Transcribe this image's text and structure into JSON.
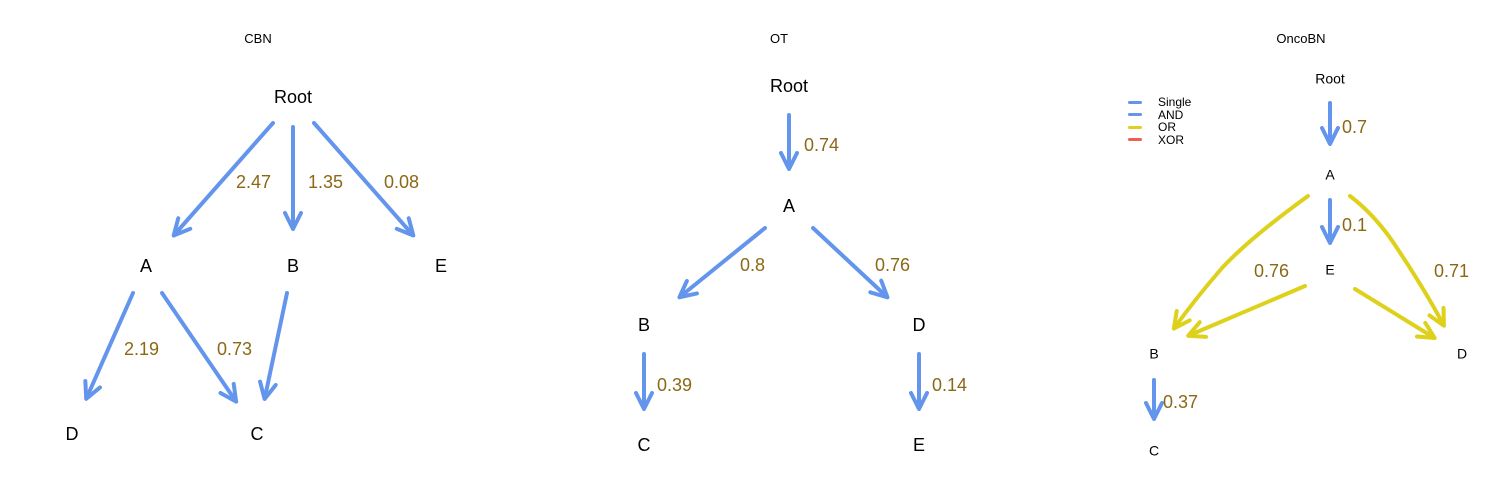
{
  "colors": {
    "single": "#6495ED",
    "and": "#6495ED",
    "or": "#DED11C",
    "xor": "#F06050",
    "edge_label": "#8B6914"
  },
  "panels": [
    {
      "title": "CBN",
      "nodes": [
        "Root",
        "A",
        "B",
        "E",
        "D",
        "C"
      ],
      "edges": [
        {
          "from": "Root",
          "to": "A",
          "label": "2.47",
          "type": "single"
        },
        {
          "from": "Root",
          "to": "B",
          "label": "1.35",
          "type": "single"
        },
        {
          "from": "Root",
          "to": "E",
          "label": "0.08",
          "type": "single"
        },
        {
          "from": "A",
          "to": "D",
          "label": "2.19",
          "type": "single"
        },
        {
          "from": "A",
          "to": "C",
          "label": "0.73",
          "type": "single"
        },
        {
          "from": "B",
          "to": "C",
          "label": "",
          "type": "single"
        }
      ]
    },
    {
      "title": "OT",
      "nodes": [
        "Root",
        "A",
        "B",
        "D",
        "C",
        "E"
      ],
      "edges": [
        {
          "from": "Root",
          "to": "A",
          "label": "0.74",
          "type": "single"
        },
        {
          "from": "A",
          "to": "B",
          "label": "0.8",
          "type": "single"
        },
        {
          "from": "A",
          "to": "D",
          "label": "0.76",
          "type": "single"
        },
        {
          "from": "B",
          "to": "C",
          "label": "0.39",
          "type": "single"
        },
        {
          "from": "D",
          "to": "E",
          "label": "0.14",
          "type": "single"
        }
      ]
    },
    {
      "title": "OncoBN",
      "nodes": [
        "Root",
        "A",
        "E",
        "B",
        "D",
        "C"
      ],
      "edges": [
        {
          "from": "Root",
          "to": "A",
          "label": "0.7",
          "type": "single"
        },
        {
          "from": "A",
          "to": "E",
          "label": "0.1",
          "type": "single"
        },
        {
          "from": "A",
          "to": "B",
          "label": "",
          "type": "or"
        },
        {
          "from": "E",
          "to": "B",
          "label": "0.76",
          "type": "or"
        },
        {
          "from": "A",
          "to": "D",
          "label": "",
          "type": "or"
        },
        {
          "from": "E",
          "to": "D",
          "label": "0.71",
          "type": "or"
        },
        {
          "from": "B",
          "to": "C",
          "label": "0.37",
          "type": "single"
        }
      ],
      "legend": [
        {
          "label": "Single",
          "type": "single"
        },
        {
          "label": "AND",
          "type": "and"
        },
        {
          "label": "OR",
          "type": "or"
        },
        {
          "label": "XOR",
          "type": "xor"
        }
      ]
    }
  ]
}
